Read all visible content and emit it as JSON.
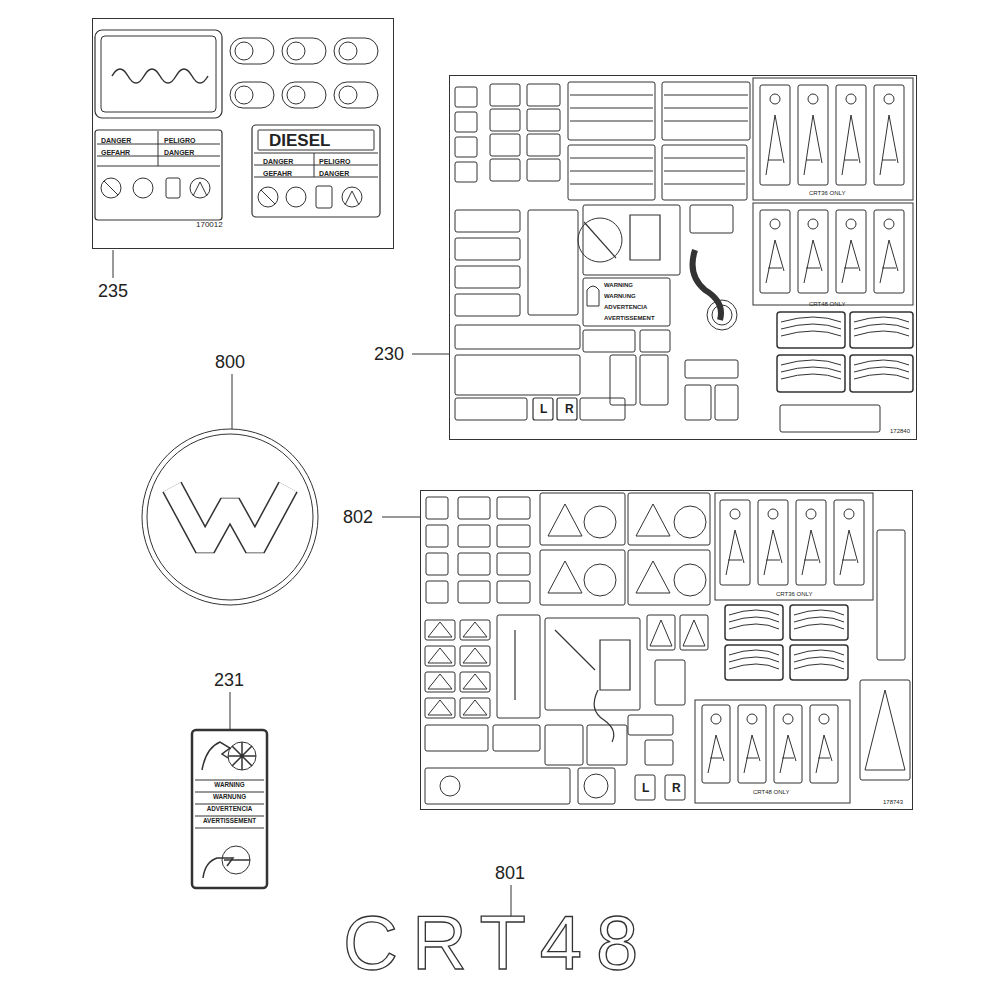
{
  "diagram": {
    "nodes": [
      {
        "text": [
          "DANGER",
          "PELIGRO",
          "GEFAHR",
          "DANGER",
          "DIESEL",
          "DANGER",
          "PELIGRO",
          "GEFAHR",
          "DANGER",
          "170012"
        ]
      },
      {
        "text": [
          "WARNING",
          "WARNUNG",
          "ADVERTENCIA",
          "AVERTISSEMENT",
          "CRT36 ONLY",
          "CRT48 ONLY",
          "L",
          "R",
          "172840"
        ]
      },
      {
        "text": [
          "CRT36 ONLY",
          "CRT48 ONLY",
          "L",
          "R",
          "178743"
        ]
      },
      {
        "text": [
          "WARNING",
          "WARNUNG",
          "ADVERTENCIA",
          "AVERTISSEMENT"
        ]
      }
    ],
    "labels": [
      "235",
      "230",
      "800",
      "802",
      "231",
      "801",
      "CRT48"
    ]
  }
}
